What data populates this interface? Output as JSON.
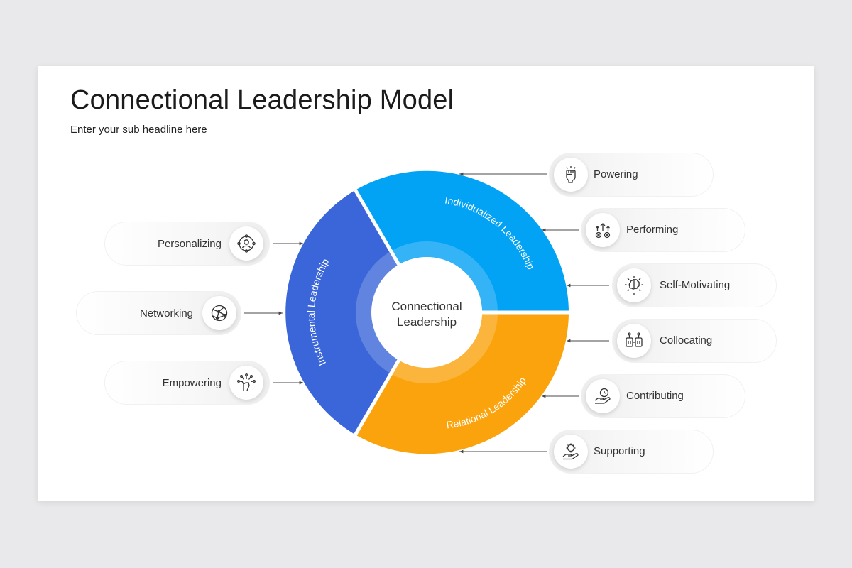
{
  "header": {
    "title": "Connectional Leadership Model",
    "subtitle": "Enter your sub headline here"
  },
  "center": {
    "line1": "Connectional",
    "line2": "Leadership"
  },
  "segments": [
    {
      "label": "Individualized Leadership",
      "color": "#02a2f5"
    },
    {
      "label": "Relational Leadership",
      "color": "#fba30c"
    },
    {
      "label": "Instrumental Leadership",
      "color": "#3a66d9"
    }
  ],
  "left_items": [
    {
      "label": "Personalizing",
      "icon": "personalizing-icon"
    },
    {
      "label": "Networking",
      "icon": "networking-globe-icon"
    },
    {
      "label": "Empowering",
      "icon": "empowering-hand-icon"
    }
  ],
  "right_items": [
    {
      "label": "Powering",
      "icon": "raised-fist-icon"
    },
    {
      "label": "Performing",
      "icon": "performing-gears-icon"
    },
    {
      "label": "Self-Motivating",
      "icon": "self-motivating-brain-icon"
    },
    {
      "label": "Collocating",
      "icon": "collocating-icon"
    },
    {
      "label": "Contributing",
      "icon": "contributing-hand-icon"
    },
    {
      "label": "Supporting",
      "icon": "supporting-hand-icon"
    }
  ],
  "colors": {
    "background": "#e9e8ea",
    "slide": "#ffffff",
    "connector": "#4a4a4a"
  }
}
